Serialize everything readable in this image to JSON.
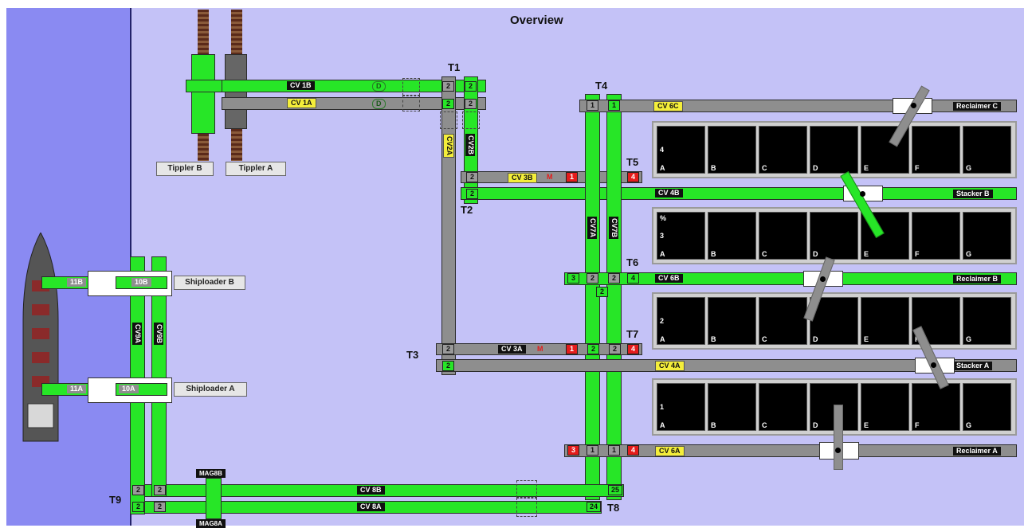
{
  "title": "Overview",
  "tipplers": {
    "b": "Tippler B",
    "a": "Tippler A"
  },
  "shiploaders": {
    "b": "Shiploader B",
    "a": "Shiploader A"
  },
  "machines": {
    "reclaimer_c": "Reclaimer C",
    "stacker_b": "Stacker B",
    "reclaimer_b": "Reclaimer B",
    "stacker_a": "Stacker A",
    "reclaimer_a": "Reclaimer A"
  },
  "conveyors": {
    "cv1b": "CV 1B",
    "cv1a": "CV 1A",
    "cv2a": "CV2A",
    "cv2b": "CV2B",
    "cv3b": "CV 3B",
    "cv3a": "CV 3A",
    "cv4b": "CV 4B",
    "cv4a": "CV 4A",
    "cv6c": "CV 6C",
    "cv6b": "CV 6B",
    "cv6a": "CV 6A",
    "cv7a": "CV7A",
    "cv7b": "CV7B",
    "cv8b": "CV 8B",
    "cv8a": "CV 8A",
    "cv9a": "CV9A",
    "cv9b": "CV9B",
    "c11b": "11B",
    "c10b": "10B",
    "c11a": "11A",
    "c10a": "10A"
  },
  "towers": {
    "t1": "T1",
    "t2": "T2",
    "t3": "T3",
    "t4": "T4",
    "t5": "T5",
    "t6": "T6",
    "t7": "T7",
    "t8": "T8",
    "t9": "T9"
  },
  "mag": {
    "b": "MAG8B",
    "a": "MAG8A"
  },
  "valves": {
    "d": "D",
    "m": "M"
  },
  "numbers": {
    "n1": "1",
    "n2": "2",
    "n3": "3",
    "n4": "4",
    "n24": "24",
    "n25": "25"
  },
  "yard_columns": [
    "A",
    "B",
    "C",
    "D",
    "E",
    "F",
    "G"
  ],
  "yard_rows": [
    "4",
    "3",
    "2",
    "1"
  ],
  "yard_marks": {
    "row3_top": "%"
  },
  "colors": {
    "running": "#27e627",
    "stopped": "#8e8e8e",
    "fault": "#e41c1c",
    "label_highlight": "#f4ee3a"
  }
}
